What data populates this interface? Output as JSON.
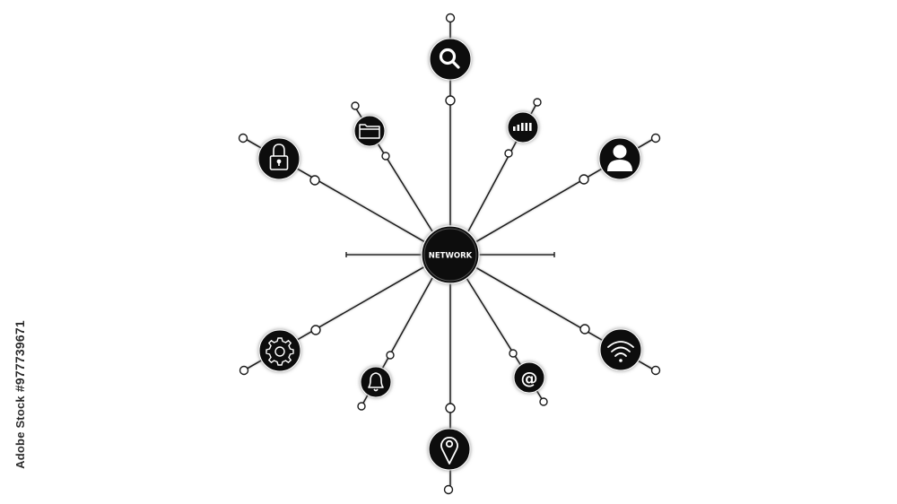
{
  "diagram": {
    "hub_label": "NETWORK",
    "nodes": [
      {
        "icon": "search-icon"
      },
      {
        "icon": "signal-bars-icon"
      },
      {
        "icon": "user-icon"
      },
      {
        "icon": "wifi-icon"
      },
      {
        "icon": "at-sign-icon"
      },
      {
        "icon": "location-pin-icon"
      },
      {
        "icon": "bell-icon"
      },
      {
        "icon": "gear-icon"
      },
      {
        "icon": "padlock-icon"
      },
      {
        "icon": "folder-icon"
      }
    ],
    "colors": {
      "node_fill": "#0d0d0d",
      "line": "#1a1a1a",
      "glow": "#9a9a9a",
      "icon": "#ffffff"
    }
  },
  "watermark": {
    "stock_id": "#977739671",
    "brand": "Adobe Stock"
  }
}
